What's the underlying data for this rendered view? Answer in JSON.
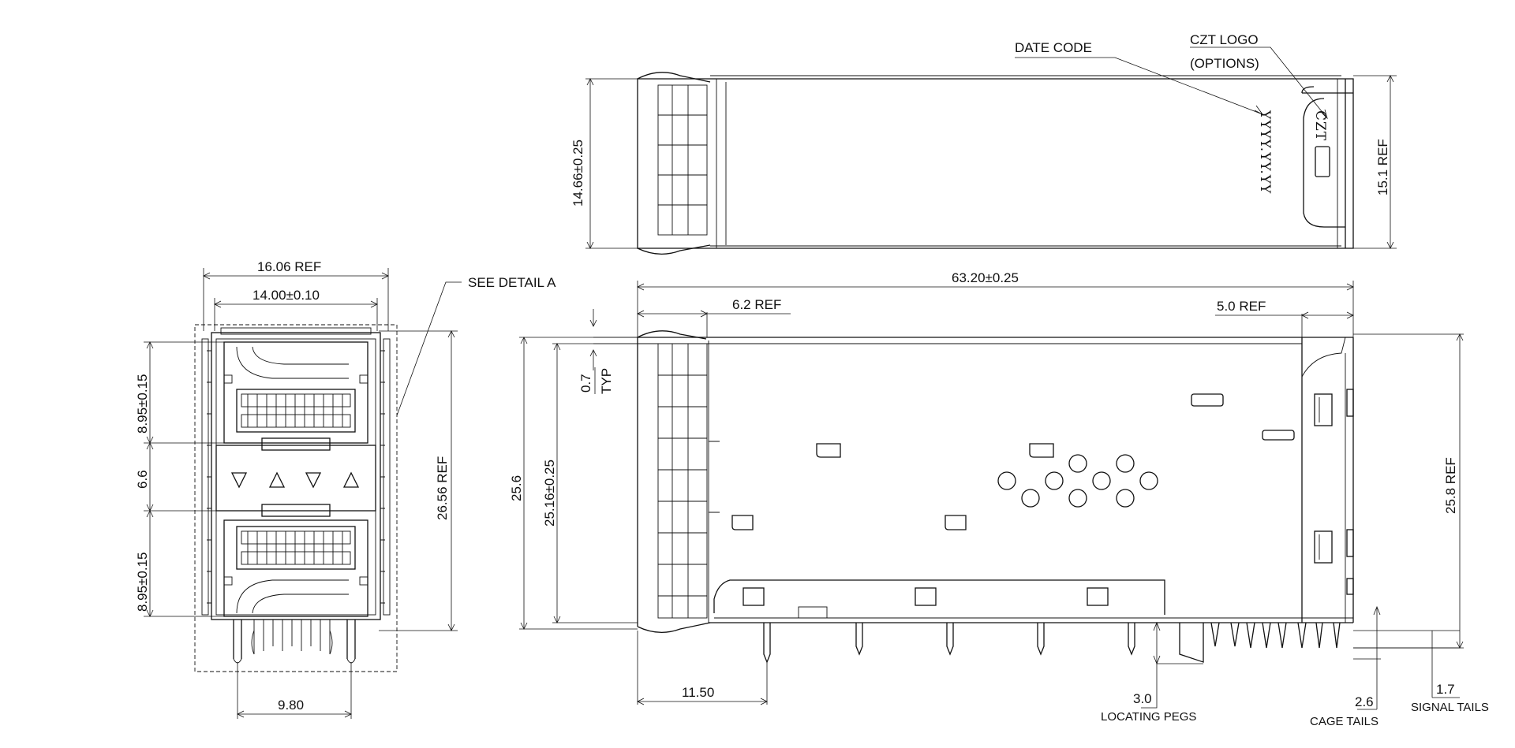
{
  "drawing": {
    "top_view": {
      "date_code_label": "DATE CODE",
      "logo_label_1": "CZT LOGO",
      "logo_label_2": "(OPTIONS)",
      "date_code_marking": "YYYY.YY.YY",
      "logo_marking": "CZT",
      "height_dim": "14.66±0.25",
      "ref_height_dim": "15.1 REF"
    },
    "front_view": {
      "overall_width_ref": "16.06 REF",
      "width_dim": "14.00±0.10",
      "see_detail": "SEE DETAIL A",
      "port_height_top": "8.95±0.15",
      "gap_dim": "6.6",
      "port_height_bottom": "8.95±0.15",
      "overall_height_ref": "26.56 REF",
      "peg_spacing": "9.80"
    },
    "side_view": {
      "length_dim": "63.20±0.25",
      "front_ref": "6.2 REF",
      "rear_ref": "5.0 REF",
      "thickness_value": "0.7",
      "thickness_note": "TYP",
      "height_total": "25.6",
      "height_body": "25.16±0.25",
      "rear_height_ref": "25.8 REF",
      "front_offset": "11.50",
      "peg_length": "3.0",
      "peg_label": "LOCATING PEGS",
      "cage_tail_length": "2.6",
      "cage_tail_label": "CAGE TAILS",
      "signal_tail_length": "1.7",
      "signal_tail_label": "SIGNAL TAILS"
    }
  }
}
